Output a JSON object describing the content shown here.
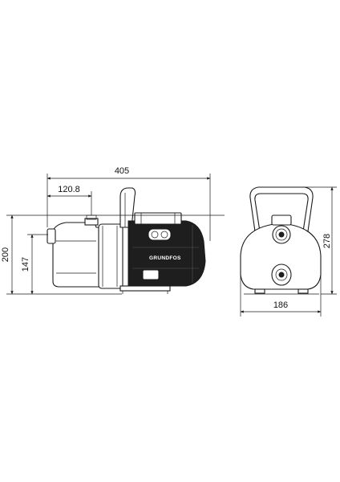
{
  "dimensions": {
    "overall_length": "405",
    "inlet_offset": "120.8",
    "height": "200",
    "inlet_height": "147",
    "width": "186",
    "height_with_handle": "278"
  },
  "branding": {
    "logo_text": "GRUNDFOS"
  },
  "colors": {
    "line": "#1a1a1a",
    "motor_fill": "#1e1e1e",
    "background": "#ffffff"
  }
}
